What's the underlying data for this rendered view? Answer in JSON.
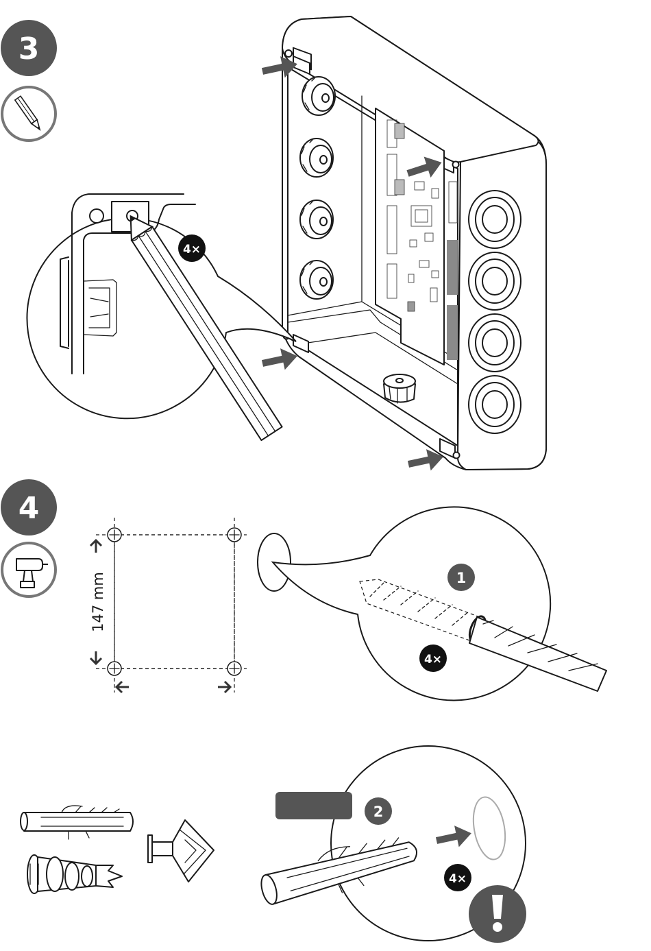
{
  "steps": [
    {
      "number": "3",
      "icon": "pencil-icon"
    },
    {
      "number": "4",
      "icon": "drill-icon"
    }
  ],
  "step3": {
    "count_badge": "4×"
  },
  "step4": {
    "dimension_label": "147 mm",
    "substep_1": "1",
    "count_badge": "4×"
  },
  "step5": {
    "substep_2": "2",
    "count_badge": "4×",
    "warning_icon": "exclamation-icon",
    "label_box_text": ""
  },
  "colors": {
    "badge_grey": "#555555",
    "badge_black": "#111111",
    "arrow_grey": "#555555",
    "line": "#1a1a1a"
  }
}
